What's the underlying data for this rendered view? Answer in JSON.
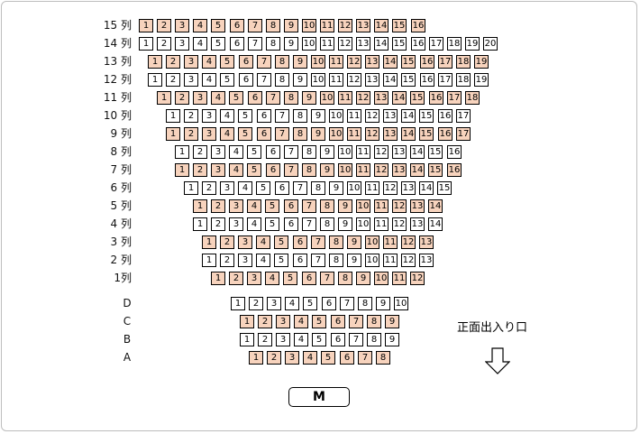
{
  "rows": [
    {
      "label": "15 列",
      "style": "filled",
      "seats": [
        "1",
        "2",
        "3",
        "4",
        "5",
        "6",
        "7",
        "8",
        "9",
        "10",
        "11",
        "12",
        "13",
        "14",
        "15",
        "16"
      ]
    },
    {
      "label": "14 列",
      "style": "plain",
      "seats": [
        "1",
        "2",
        "3",
        "4",
        "5",
        "6",
        "7",
        "8",
        "9",
        "10",
        "11",
        "12",
        "13",
        "14",
        "15",
        "16",
        "17",
        "18",
        "19",
        "20"
      ]
    },
    {
      "label": "13 列",
      "style": "filled",
      "seats": [
        "1",
        "2",
        "3",
        "4",
        "5",
        "6",
        "7",
        "8",
        "9",
        "10",
        "11",
        "12",
        "13",
        "14",
        "15",
        "16",
        "17",
        "18",
        "19"
      ]
    },
    {
      "label": "12 列",
      "style": "plain",
      "seats": [
        "1",
        "2",
        "3",
        "4",
        "5",
        "6",
        "7",
        "8",
        "9",
        "10",
        "11",
        "12",
        "13",
        "14",
        "15",
        "16",
        "17",
        "18",
        "19"
      ]
    },
    {
      "label": "11 列",
      "style": "filled",
      "seats": [
        "1",
        "2",
        "3",
        "4",
        "5",
        "6",
        "7",
        "8",
        "9",
        "10",
        "11",
        "12",
        "13",
        "14",
        "15",
        "16",
        "17",
        "18"
      ]
    },
    {
      "label": "10 列",
      "style": "plain",
      "seats": [
        "1",
        "2",
        "3",
        "4",
        "5",
        "6",
        "7",
        "8",
        "9",
        "10",
        "11",
        "12",
        "13",
        "14",
        "15",
        "16",
        "17"
      ]
    },
    {
      "label": "9 列",
      "style": "filled",
      "seats": [
        "1",
        "2",
        "3",
        "4",
        "5",
        "6",
        "7",
        "8",
        "9",
        "10",
        "11",
        "12",
        "13",
        "14",
        "15",
        "16",
        "17"
      ]
    },
    {
      "label": "8 列",
      "style": "plain",
      "seats": [
        "1",
        "2",
        "3",
        "4",
        "5",
        "6",
        "7",
        "8",
        "9",
        "10",
        "11",
        "12",
        "13",
        "14",
        "15",
        "16"
      ]
    },
    {
      "label": "7 列",
      "style": "filled",
      "seats": [
        "1",
        "2",
        "3",
        "4",
        "5",
        "6",
        "7",
        "8",
        "9",
        "10",
        "11",
        "12",
        "13",
        "14",
        "15",
        "16"
      ]
    },
    {
      "label": "6 列",
      "style": "plain",
      "seats": [
        "1",
        "2",
        "3",
        "4",
        "5",
        "6",
        "7",
        "8",
        "9",
        "10",
        "11",
        "12",
        "13",
        "14",
        "15"
      ]
    },
    {
      "label": "5 列",
      "style": "filled",
      "seats": [
        "1",
        "2",
        "3",
        "4",
        "5",
        "6",
        "7",
        "8",
        "9",
        "10",
        "11",
        "12",
        "13",
        "14"
      ]
    },
    {
      "label": "4 列",
      "style": "plain",
      "seats": [
        "1",
        "2",
        "3",
        "4",
        "5",
        "6",
        "7",
        "8",
        "9",
        "10",
        "11",
        "12",
        "13",
        "14"
      ]
    },
    {
      "label": "3 列",
      "style": "filled",
      "seats": [
        "1",
        "2",
        "3",
        "4",
        "5",
        "6",
        "7",
        "8",
        "9",
        "10",
        "11",
        "12",
        "13"
      ]
    },
    {
      "label": "2 列",
      "style": "plain",
      "seats": [
        "1",
        "2",
        "3",
        "4",
        "5",
        "6",
        "7",
        "8",
        "9",
        "10",
        "11",
        "12",
        "13"
      ]
    },
    {
      "label": "1列",
      "style": "filled",
      "seats": [
        "1",
        "2",
        "3",
        "4",
        "5",
        "6",
        "7",
        "8",
        "9",
        "10",
        "11",
        "12"
      ]
    },
    {
      "label": "D",
      "style": "plain",
      "seats": [
        "1",
        "2",
        "3",
        "4",
        "5",
        "6",
        "7",
        "8",
        "9",
        "10"
      ]
    },
    {
      "label": "C",
      "style": "filled",
      "seats": [
        "1",
        "2",
        "3",
        "4",
        "5",
        "6",
        "7",
        "8",
        "9"
      ]
    },
    {
      "label": "B",
      "style": "plain",
      "seats": [
        "1",
        "2",
        "3",
        "4",
        "5",
        "6",
        "7",
        "8",
        "9"
      ]
    },
    {
      "label": "A",
      "style": "filled",
      "seats": [
        "1",
        "2",
        "3",
        "4",
        "5",
        "6",
        "7",
        "8"
      ]
    }
  ],
  "stage_label": "M",
  "exit_label": "正面出入り口",
  "colors": {
    "filled_seat": "#f7d3bd",
    "plain_seat": "#ffffff",
    "border": "#000000"
  }
}
